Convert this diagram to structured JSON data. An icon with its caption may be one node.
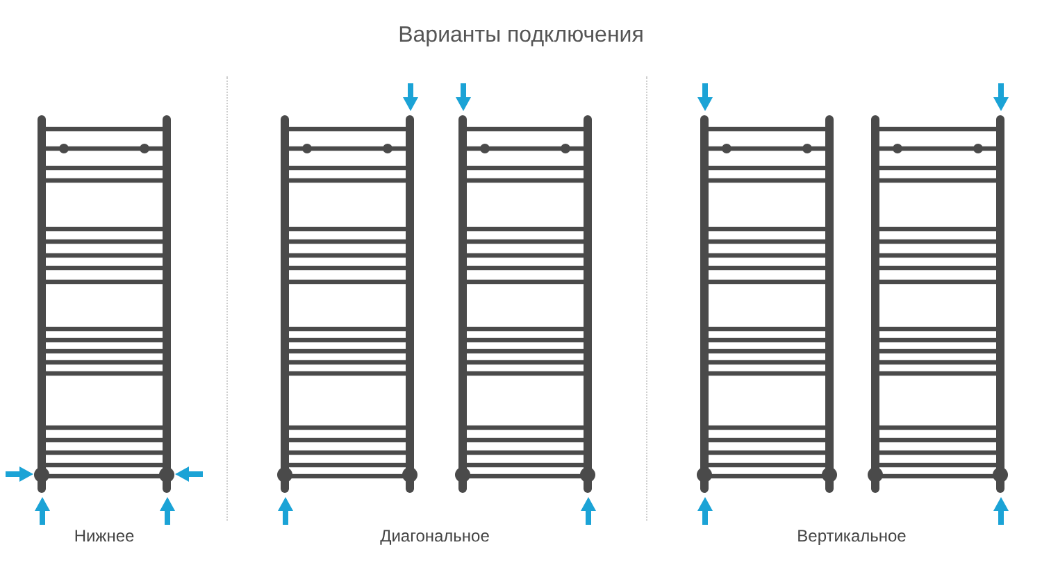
{
  "diagram": {
    "title": "Варианты подключения",
    "labels": [
      "Нижнее",
      "Диагональное",
      "Вертикальное"
    ]
  }
}
